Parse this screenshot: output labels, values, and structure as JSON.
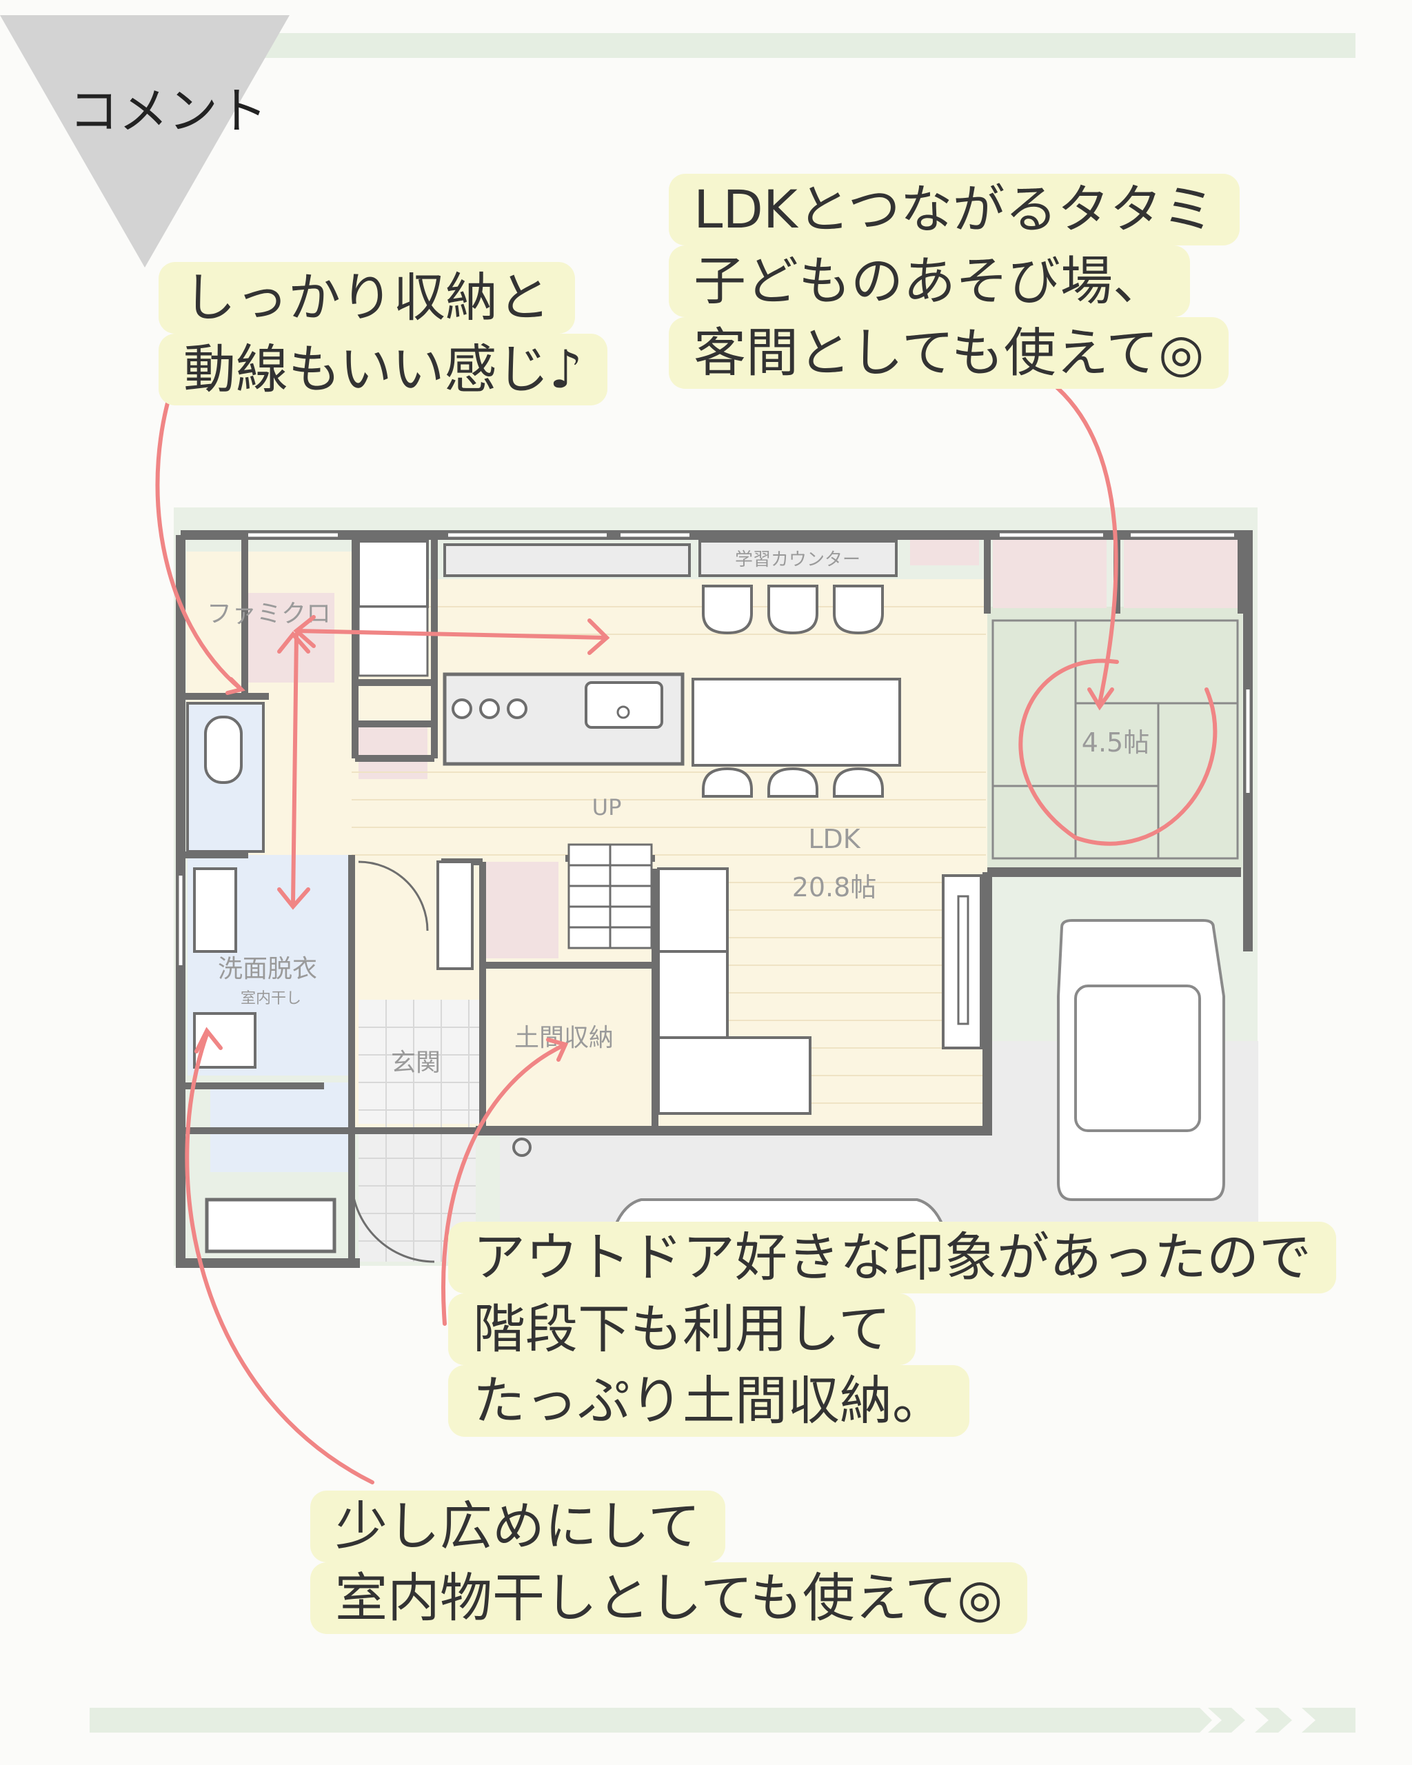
{
  "header": {
    "title": "コメント"
  },
  "annotations": {
    "storage": [
      "しっかり収納と",
      "動線もいい感じ♪"
    ],
    "tatami": [
      "LDKとつながるタタミ",
      "子どものあそび場、",
      "客間としても使えて◎"
    ],
    "doma": [
      "アウトドア好きな印象があったので",
      "階段下も利用して",
      "たっぷり土間収納。"
    ],
    "laundry": [
      "少し広めにして",
      "室内物干しとしても使えて◎"
    ]
  },
  "plan": {
    "famicro": "ファミクロ",
    "counter": "学習カウンター",
    "up": "UP",
    "ldk": "LDK",
    "ldk_size": "20.8帖",
    "washroom": "洗面脱衣",
    "washroom_sub": "室内干し",
    "entrance": "玄関",
    "doma_storage": "土間収納",
    "tatami_size": "4.5帖"
  },
  "colors": {
    "wall": "#6e6e6e",
    "ldk_floor": "#fbf5e1",
    "tatami": "#dfe8d8",
    "wash": "#e5edf8",
    "storage_pink": "#f2e1e1",
    "arrow": "#f08585",
    "bubble": "#f6f6cf",
    "band": "#e5eee2"
  }
}
